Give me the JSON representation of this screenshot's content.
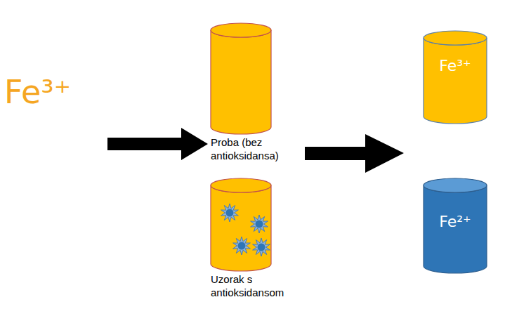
{
  "diagram": {
    "nodes": [
      {
        "text": [
          "Proba (bez antioksidansa)"
        ]
      },
      {
        "text": [
          "Uzorak s antioksidansom"
        ]
      },
      {
        "text": [
          "Fe³⁺"
        ]
      },
      {
        "text": [
          "Fe²⁺"
        ]
      }
    ],
    "labels": [
      "Fe³⁺"
    ]
  }
}
